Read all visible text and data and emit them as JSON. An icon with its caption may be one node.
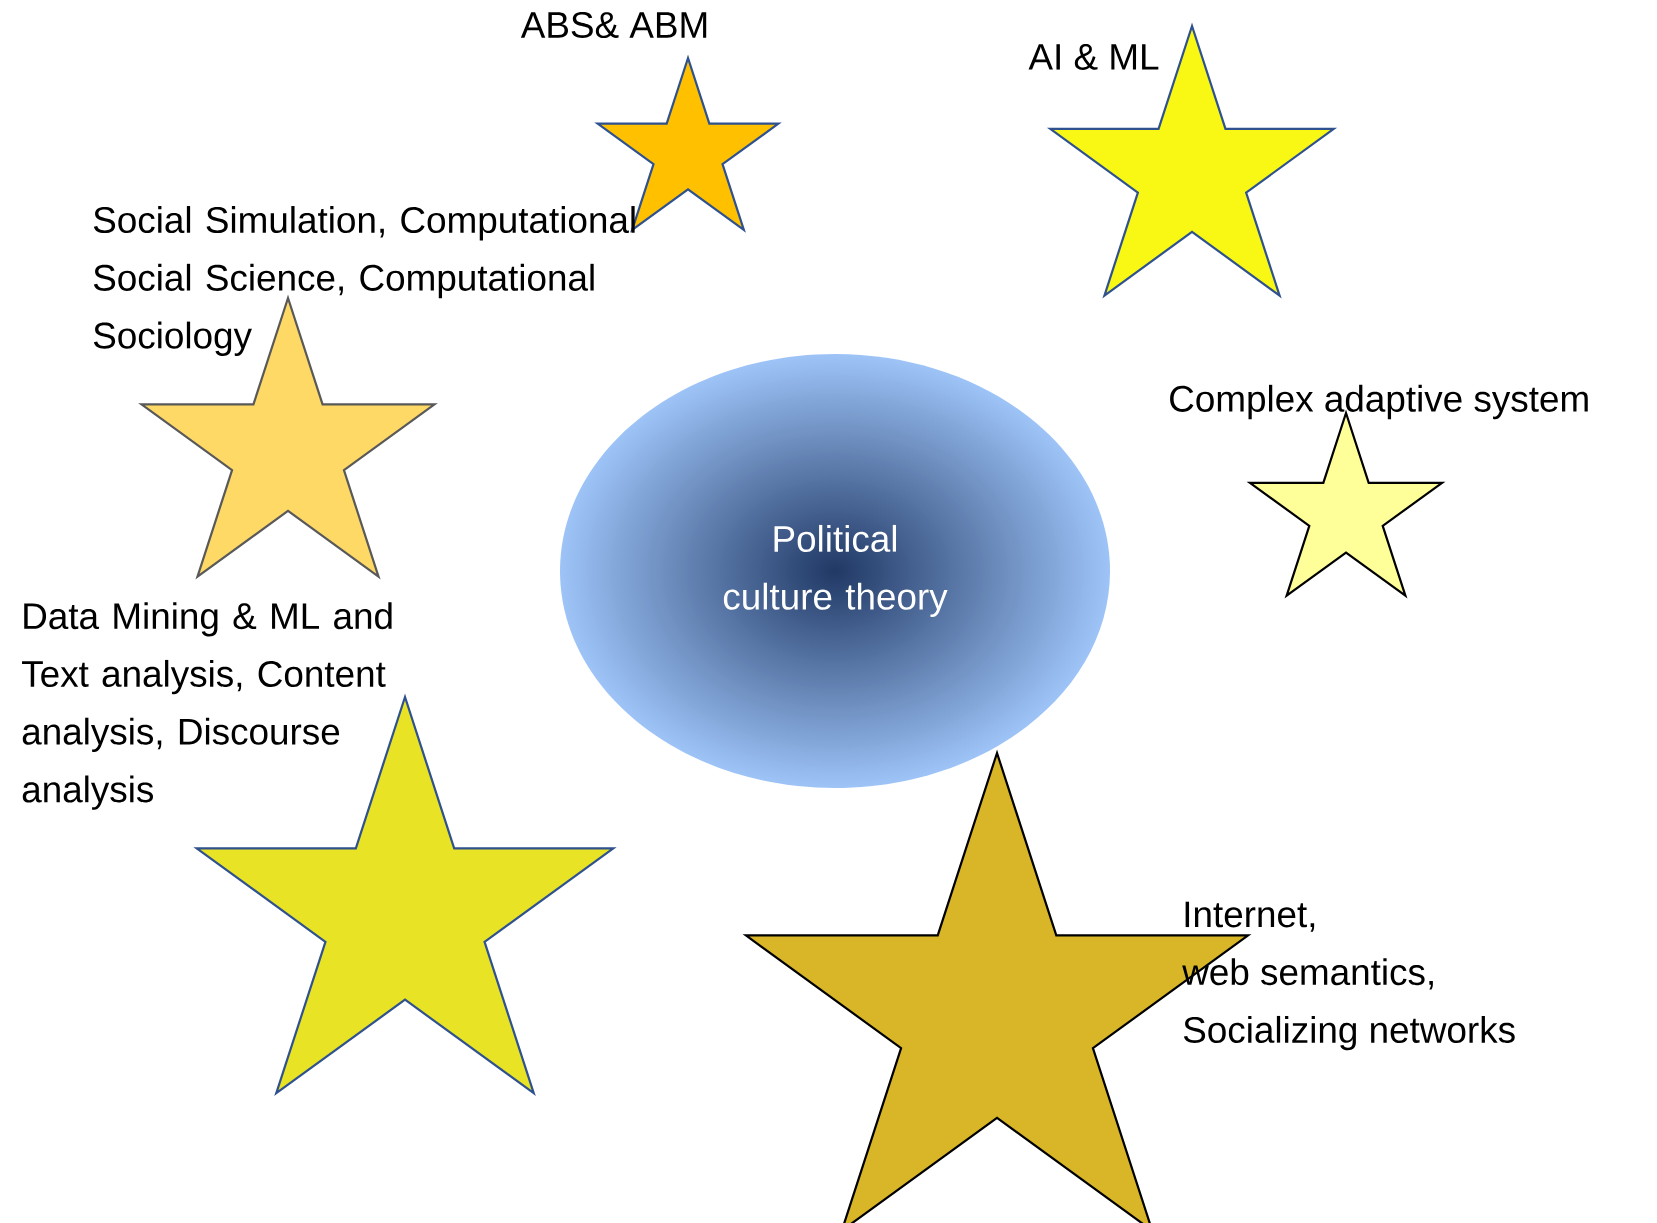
{
  "diagram": {
    "nodes": [
      {
        "text": [
          "ABS& ABM"
        ]
      },
      {
        "text": [
          "AI & ML"
        ]
      },
      {
        "text": [
          "Social Simulation, Computational Social Science, Computational Sociology"
        ]
      },
      {
        "text": [
          "Political culture theory"
        ]
      },
      {
        "text": [
          "Complex adaptive system"
        ]
      },
      {
        "text": [
          "Data Mining & ML and Text analysis, Content analysis, Discourse analysis"
        ]
      },
      {
        "text": [
          "Internet,",
          "web semantics,",
          "Socializing networks"
        ]
      }
    ]
  }
}
